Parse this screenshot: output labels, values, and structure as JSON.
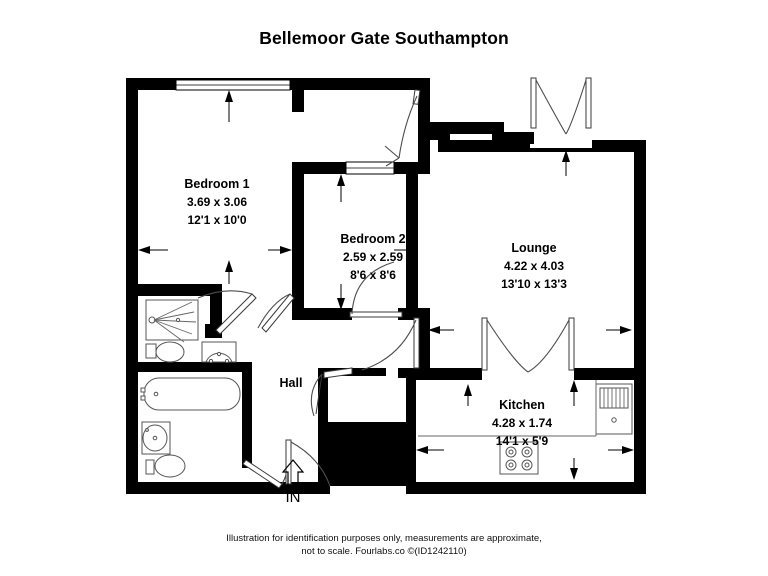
{
  "title": "Bellemoor Gate Southampton",
  "footer": {
    "line1": "Illustration for identification purposes only, measurements are approximate,",
    "line2": "not to scale. Fourlabs.co ©(ID1242110)"
  },
  "entrance": {
    "label": "IN",
    "icon": "up-arrow-icon"
  },
  "hall": {
    "label": "Hall"
  },
  "rooms": [
    {
      "key": "bedroom1",
      "name": "Bedroom 1",
      "metric": "3.69 x 3.06",
      "imperial": "12'1 x 10'0"
    },
    {
      "key": "bedroom2",
      "name": "Bedroom 2",
      "metric": "2.59 x 2.59",
      "imperial": "8'6 x 8'6"
    },
    {
      "key": "lounge",
      "name": "Lounge",
      "metric": "4.22 x 4.03",
      "imperial": "13'10 x 13'3"
    },
    {
      "key": "kitchen",
      "name": "Kitchen",
      "metric": "4.28 x 1.74",
      "imperial": "14'1 x 5'9"
    }
  ],
  "fixtures": [
    {
      "key": "shower",
      "name": "shower-fixture"
    },
    {
      "key": "toilet_upper",
      "name": "toilet-fixture"
    },
    {
      "key": "sink_upper",
      "name": "sink-fixture"
    },
    {
      "key": "bathtub",
      "name": "bathtub-fixture"
    },
    {
      "key": "sink_lower",
      "name": "sink-fixture"
    },
    {
      "key": "toilet_lower",
      "name": "toilet-fixture"
    },
    {
      "key": "hob",
      "name": "hob-fixture"
    },
    {
      "key": "kitchen_unit",
      "name": "kitchen-appliance-fixture"
    }
  ],
  "colors": {
    "wall": "#000000",
    "background": "#ffffff",
    "text": "#000000",
    "fixture_outline": "#555555"
  }
}
